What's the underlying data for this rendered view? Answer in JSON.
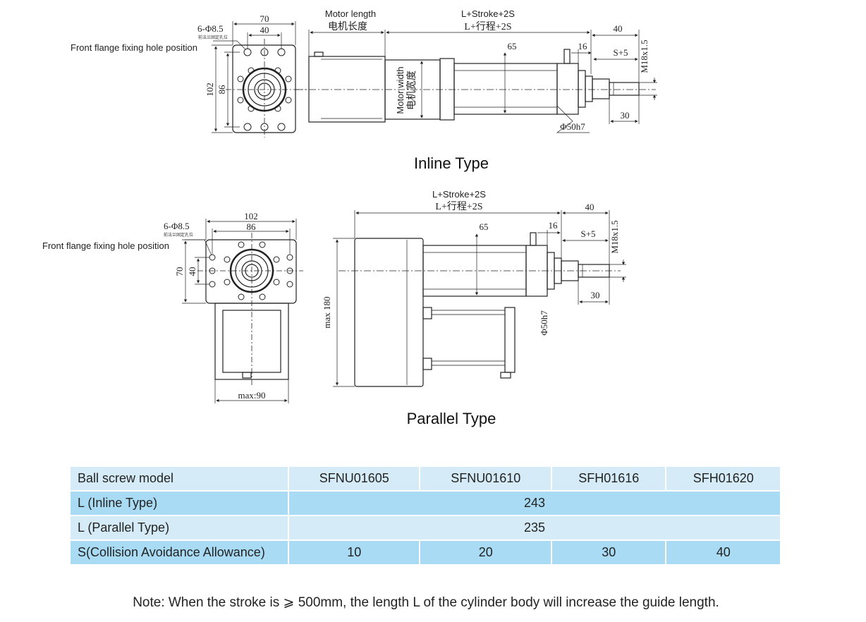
{
  "inline": {
    "title": "Inline Type",
    "motor_length_en": "Motor length",
    "motor_length_cn": "电机长度",
    "stroke_en": "L+Stroke+2S",
    "stroke_cn": "L+行程+2S",
    "motor_width_en": "Motor width",
    "motor_width_cn": "电机宽度",
    "hole_callout": "6-Φ8.5",
    "hole_callout_cn": "前法兰固定孔位",
    "hole_label": "Front flange fixing hole position",
    "dims": {
      "w70": "70",
      "w40": "40",
      "h102": "102",
      "h86": "86",
      "d65": "65",
      "d16": "16",
      "d40": "40",
      "s5": "S+5",
      "thread": "M18x1.5",
      "d30": "30",
      "phi50": "Φ50h7"
    }
  },
  "parallel": {
    "title": "Parallel Type",
    "stroke_en": "L+Stroke+2S",
    "stroke_cn": "L+行程+2S",
    "hole_callout": "6-Φ8.5",
    "hole_callout_cn": "前法兰固定孔位",
    "hole_label": "Front flange fixing hole position",
    "dims": {
      "w102": "102",
      "w86": "86",
      "h70": "70",
      "h40": "40",
      "max90": "max:90",
      "max180": "max 180",
      "d65": "65",
      "d16": "16",
      "d40": "40",
      "s5": "S+5",
      "thread": "M18x1.5",
      "d30": "30",
      "phi50": "Φ50h7"
    }
  },
  "table": {
    "rows": [
      {
        "label": "Ball screw model",
        "cells": [
          "SFNU01605",
          "SFNU01610",
          "SFH01616",
          "SFH01620"
        ]
      },
      {
        "label": "L (Inline Type)",
        "cells": [
          "243"
        ]
      },
      {
        "label": "L (Parallel Type)",
        "cells": [
          "235"
        ]
      },
      {
        "label": "S(Collision Avoidance Allowance)",
        "cells": [
          "10",
          "20",
          "30",
          "40"
        ]
      }
    ]
  },
  "note": "Note: When the stroke is ⩾ 500mm, the length L of the cylinder body will increase the guide length."
}
